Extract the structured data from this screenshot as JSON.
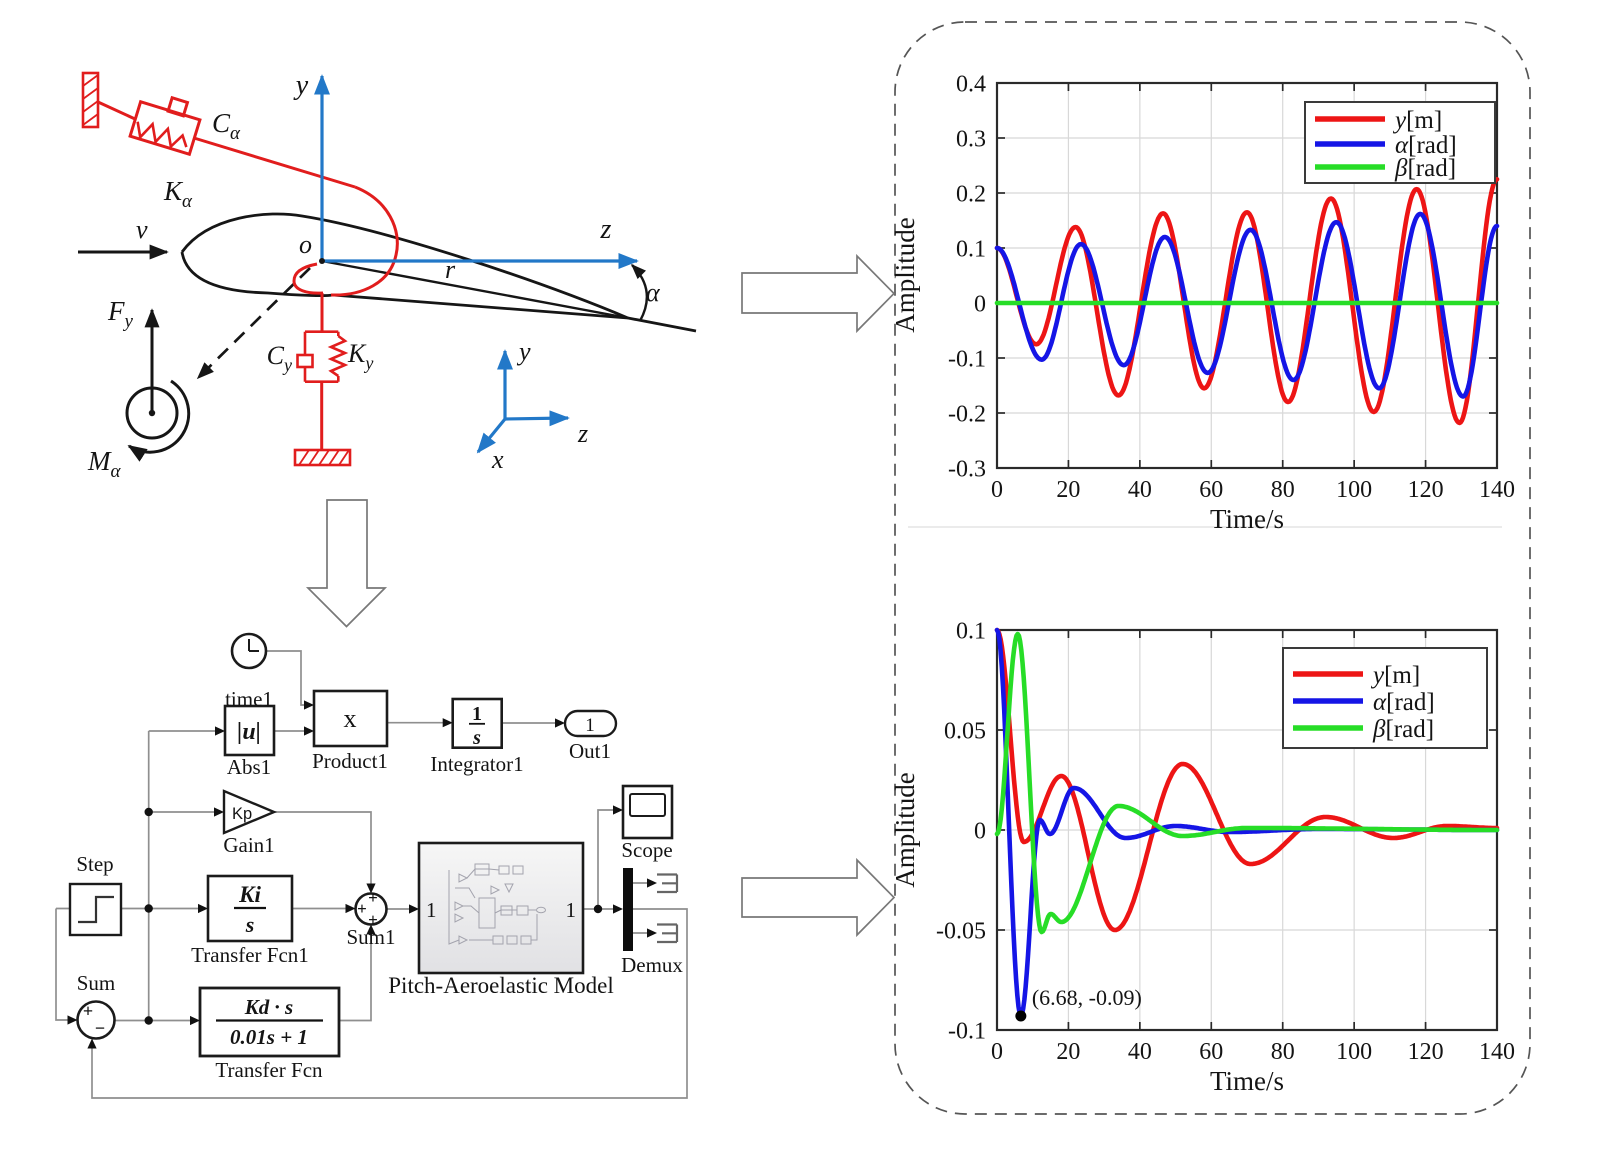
{
  "airfoil": {
    "labels": {
      "c_alpha": {
        "main": "C",
        "sub": "α"
      },
      "k_alpha": {
        "main": "K",
        "sub": "α"
      },
      "c_y": {
        "main": "C",
        "sub": "y"
      },
      "k_y": {
        "main": "K",
        "sub": "y"
      },
      "f_y": {
        "main": "F",
        "sub": "y"
      },
      "m_alpha": {
        "main": "M",
        "sub": "α"
      },
      "y_axis": "y",
      "z_axis": "z",
      "origin": "o",
      "chord": "r",
      "aoa": "α",
      "velocity": "v",
      "triad_x": "x",
      "triad_y": "y",
      "triad_z": "z"
    }
  },
  "simulink": {
    "blocks": {
      "clock": "time1",
      "abs": "Abs1",
      "product": "Product1",
      "integrator": "Integrator1",
      "out": "Out1",
      "gain": "Gain1",
      "step": "Step",
      "tf1": "Transfer Fcn1",
      "sum1": "Sum1",
      "model": "Pitch-Aeroelastic Model",
      "scope": "Scope",
      "demux": "Demux",
      "sum": "Sum",
      "tf": "Transfer Fcn"
    },
    "inner": {
      "abs_u": "|u|",
      "product_x": "x",
      "integ_num": "1",
      "integ_den": "s",
      "out_port": "1",
      "gain_k": "Kp",
      "tf1_num": "Ki",
      "tf1_den": "s",
      "tf_num": "Kd · s",
      "tf_den": "0.01s + 1",
      "model_in": "1",
      "model_out": "1",
      "plus": "+",
      "minus": "−"
    }
  },
  "chart_data": [
    {
      "type": "line",
      "title": "",
      "xlabel": "Time/s",
      "ylabel": "Amplitude",
      "xlim": [
        0,
        140
      ],
      "ylim": [
        -0.3,
        0.4
      ],
      "xticks": [
        0,
        20,
        40,
        60,
        80,
        100,
        120,
        140
      ],
      "yticks": [
        0.4,
        0.3,
        0.2,
        0.1,
        0,
        -0.1,
        -0.2,
        -0.3
      ],
      "grid": true,
      "legend_position": "upper right",
      "interpolation": "smooth oscillation through listed extrema [t_seconds, amplitude]",
      "series": [
        {
          "label_var": "y",
          "label_unit": "[m]",
          "color": "#ed1515",
          "extrema": [
            [
              0,
              0.1
            ],
            [
              11,
              -0.075
            ],
            [
              22,
              0.138
            ],
            [
              34,
              -0.168
            ],
            [
              46.5,
              0.163
            ],
            [
              58,
              -0.155
            ],
            [
              70,
              0.165
            ],
            [
              81.5,
              -0.18
            ],
            [
              93.5,
              0.19
            ],
            [
              105.5,
              -0.198
            ],
            [
              117.5,
              0.207
            ],
            [
              129.5,
              -0.218
            ],
            [
              140,
              0.225
            ]
          ]
        },
        {
          "label_var": "α",
          "label_unit": "[rad]",
          "color": "#1515e6",
          "extrema": [
            [
              0,
              0.1
            ],
            [
              12.5,
              -0.103
            ],
            [
              23.5,
              0.107
            ],
            [
              35.5,
              -0.113
            ],
            [
              47,
              0.12
            ],
            [
              59,
              -0.127
            ],
            [
              71,
              0.133
            ],
            [
              83,
              -0.14
            ],
            [
              95,
              0.147
            ],
            [
              107,
              -0.155
            ],
            [
              118.5,
              0.162
            ],
            [
              130.5,
              -0.17
            ],
            [
              140,
              0.14
            ]
          ]
        },
        {
          "label_var": "β",
          "label_unit": "[rad]",
          "color": "#27dd27",
          "extrema": [
            [
              0,
              0
            ],
            [
              140,
              0
            ]
          ]
        }
      ]
    },
    {
      "type": "line",
      "title": "",
      "xlabel": "Time/s",
      "ylabel": "Amplitude",
      "xlim": [
        0,
        140
      ],
      "ylim": [
        -0.1,
        0.1
      ],
      "xticks": [
        0,
        20,
        40,
        60,
        80,
        100,
        120,
        140
      ],
      "yticks": [
        0.1,
        0.05,
        0,
        -0.05,
        -0.1
      ],
      "grid": true,
      "legend_position": "upper right",
      "interpolation": "smooth oscillation through listed extrema [t_seconds, amplitude]",
      "annotation": {
        "text": "(6.68, -0.09)",
        "point": [
          6.68,
          -0.093
        ]
      },
      "series": [
        {
          "label_var": "y",
          "label_unit": "[m]",
          "color": "#ed1515",
          "extrema": [
            [
              0,
              0.1
            ],
            [
              7.5,
              -0.006
            ],
            [
              18,
              0.027
            ],
            [
              33,
              -0.05
            ],
            [
              52,
              0.033
            ],
            [
              71,
              -0.017
            ],
            [
              92,
              0.0065
            ],
            [
              111,
              -0.004
            ],
            [
              126,
              0.002
            ],
            [
              140,
              0.001
            ]
          ]
        },
        {
          "label_var": "α",
          "label_unit": "[rad]",
          "color": "#1515e6",
          "extrema": [
            [
              0,
              0.1
            ],
            [
              6.68,
              -0.093
            ],
            [
              12,
              0.005
            ],
            [
              14.8,
              -0.002
            ],
            [
              21.5,
              0.021
            ],
            [
              36,
              -0.004
            ],
            [
              50,
              0.002
            ],
            [
              65,
              -0.001
            ],
            [
              90,
              0.0005
            ],
            [
              140,
              0
            ]
          ]
        },
        {
          "label_var": "β",
          "label_unit": "[rad]",
          "color": "#27dd27",
          "extrema": [
            [
              0,
              -0.002
            ],
            [
              5.8,
              0.098
            ],
            [
              12.5,
              -0.051
            ],
            [
              15,
              -0.042
            ],
            [
              18,
              -0.046
            ],
            [
              34,
              0.012
            ],
            [
              52,
              -0.003
            ],
            [
              70,
              0.001
            ],
            [
              140,
              0
            ]
          ]
        }
      ]
    }
  ]
}
